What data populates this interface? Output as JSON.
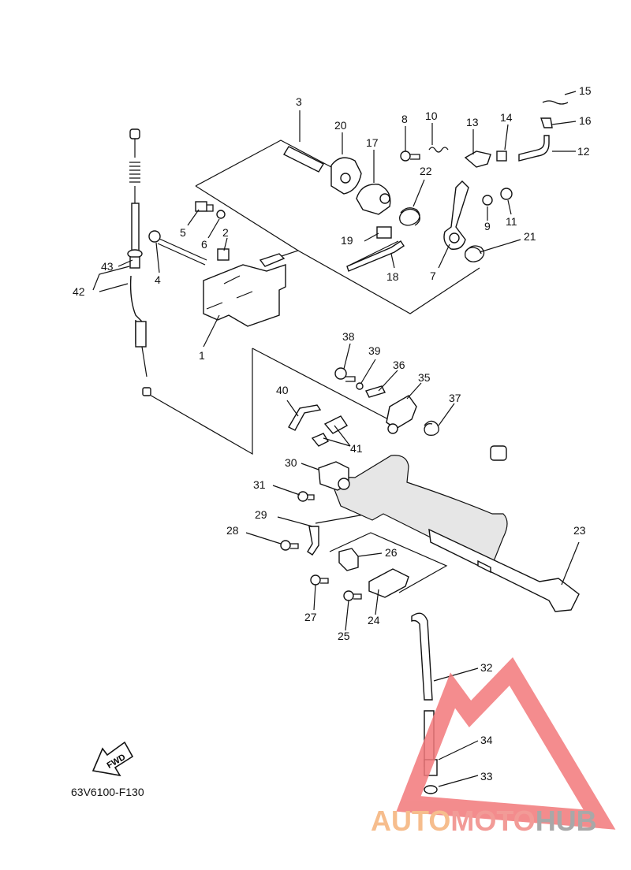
{
  "diagram_code": "63V6100-F130",
  "fwd_label": "FWD",
  "callouts": [
    "1",
    "2",
    "3",
    "4",
    "5",
    "6",
    "7",
    "8",
    "9",
    "10",
    "11",
    "12",
    "13",
    "14",
    "15",
    "16",
    "17",
    "18",
    "19",
    "20",
    "21",
    "22",
    "23",
    "24",
    "25",
    "26",
    "27",
    "28",
    "29",
    "30",
    "31",
    "32",
    "33",
    "34",
    "35",
    "36",
    "37",
    "38",
    "39",
    "40",
    "41",
    "42",
    "43"
  ],
  "watermark": {
    "part_a": "AUTO",
    "part_b": "MOTO",
    "part_c": "HUB",
    "color_a": "#f5b27a",
    "color_b": "#f08a86",
    "color_c": "#9a9a9a",
    "triangle_color": "#f2787a"
  }
}
